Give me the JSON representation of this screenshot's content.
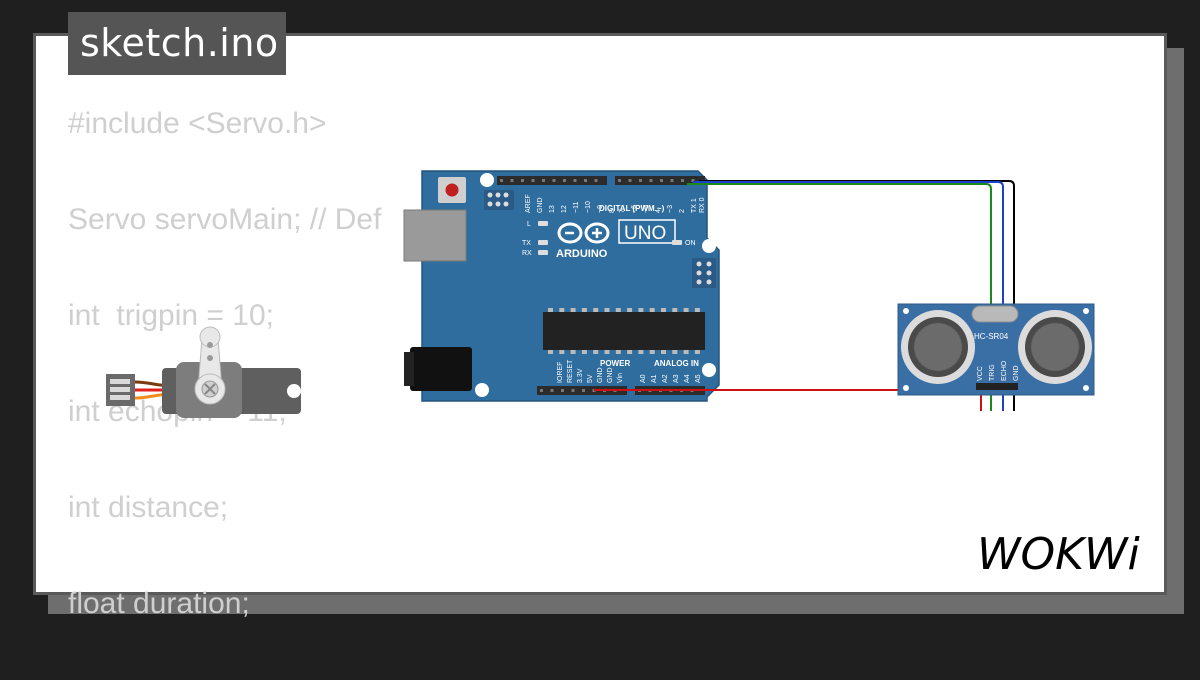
{
  "file_tab": {
    "title": "sketch.ino"
  },
  "code_lines": [
    "#include <Servo.h>",
    "Servo servoMain; // Def",
    "int  trigpin = 10;",
    "int echopin = 11;",
    "int distance;",
    "float duration;"
  ],
  "arduino": {
    "logo_text": "ARDUINO",
    "model": "UNO",
    "digital_label": "DIGITAL (PWM ~)",
    "power_label": "POWER",
    "analog_label": "ANALOG IN",
    "led_l": "L",
    "led_tx": "TX",
    "led_rx": "RX",
    "led_on": "ON",
    "top_pins": [
      "AREF",
      "GND",
      "13",
      "12",
      "~11",
      "~10",
      "~9",
      "8",
      "7",
      "~6",
      "~5",
      "4",
      "~3",
      "2",
      "TX 1",
      "RX 0"
    ],
    "bottom_pins": [
      "IOREF",
      "RESET",
      "3.3V",
      "5V",
      "GND",
      "GND",
      "Vin",
      "A0",
      "A1",
      "A2",
      "A3",
      "A4",
      "A5"
    ]
  },
  "sensor": {
    "label": "HC-SR04",
    "pins": [
      "VCC",
      "TRIG",
      "ECHO",
      "GND"
    ]
  },
  "brand": {
    "logo_text": "WOKWi"
  },
  "colors": {
    "board": "#2f6d9e",
    "wire_black": "#000000",
    "wire_green": "#1a8a1a",
    "wire_blue": "#1f3fd0",
    "wire_red": "#d01010",
    "sensor_board": "#3a6fa5"
  }
}
